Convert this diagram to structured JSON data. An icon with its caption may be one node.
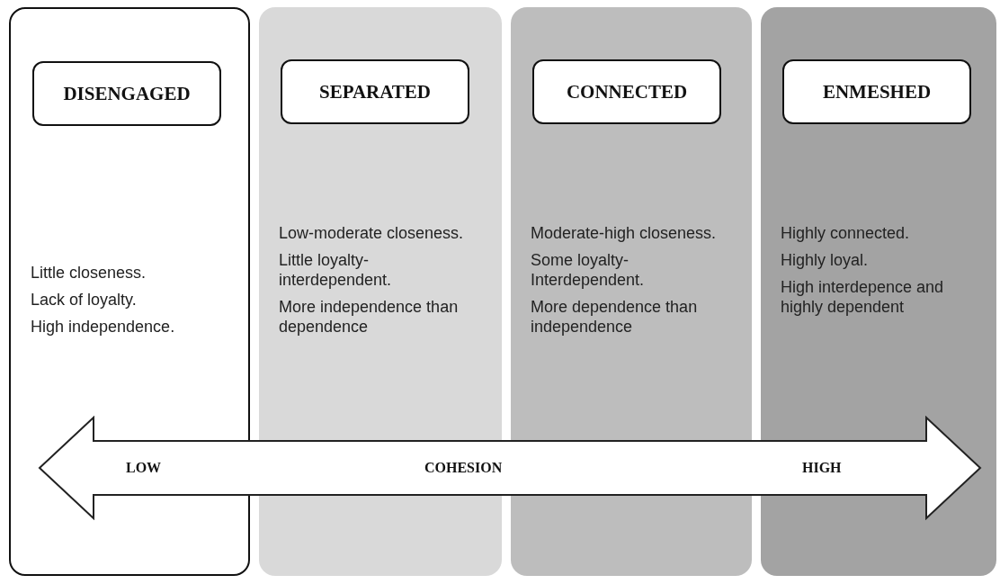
{
  "diagram": {
    "nodes": [
      {
        "text": [
          "Little closeness.",
          "Lack of loyalty.",
          "High independence."
        ]
      },
      {
        "text": [
          "DISENGAGED"
        ],
        "in": 0
      },
      {
        "text": [
          "Low-moderate closeness.",
          "Little loyalty-interdependent.",
          "More independence than dependence"
        ]
      },
      {
        "text": [
          "SEPARATED"
        ],
        "in": 2
      },
      {
        "text": [
          "Moderate-high closeness.",
          "Some loyalty-Interdependent.",
          "More dependence than independence"
        ]
      },
      {
        "text": [
          "CONNECTED"
        ],
        "in": 4
      },
      {
        "text": [
          "Highly connected.",
          "Highly loyal.",
          "High interdepence and highly dependent"
        ]
      },
      {
        "text": [
          "ENMESHED"
        ],
        "in": 6
      },
      {
        "text": [
          "LOW",
          "COHESION",
          "HIGH"
        ]
      }
    ],
    "edges": []
  }
}
